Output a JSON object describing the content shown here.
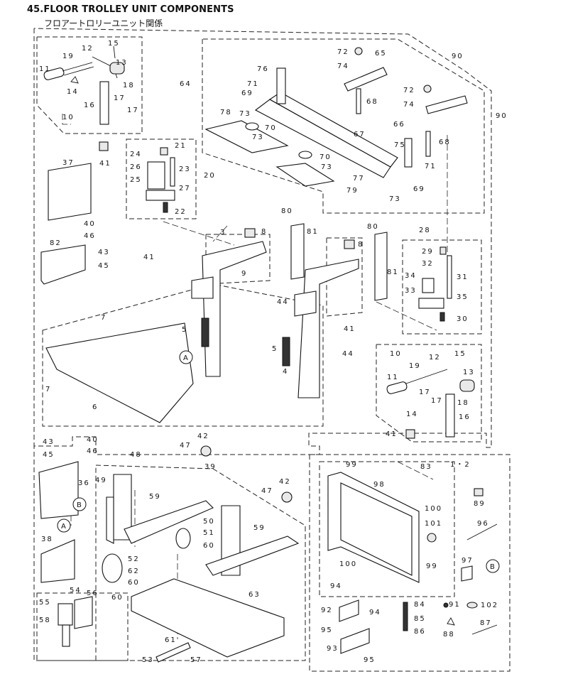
{
  "header": {
    "title": "45.FLOOR TROLLEY UNIT COMPONENTS",
    "subtitle": "フロアートロリーユニット関係"
  },
  "labels": [
    "10",
    "11",
    "12",
    "15",
    "13",
    "14",
    "18",
    "17",
    "17",
    "16",
    "19",
    "41",
    "37",
    "20",
    "21",
    "24",
    "26",
    "23",
    "25",
    "27",
    "22",
    "64",
    "72",
    "65",
    "90",
    "74",
    "76",
    "71",
    "69",
    "68",
    "73",
    "78",
    "70",
    "73",
    "67",
    "72",
    "74",
    "90",
    "66",
    "75",
    "68",
    "71",
    "70",
    "73",
    "77",
    "79",
    "69",
    "73",
    "40",
    "46",
    "82",
    "43",
    "45",
    "41",
    "3",
    "8",
    "9",
    "80",
    "81",
    "80",
    "8",
    "81",
    "28",
    "29",
    "32",
    "31",
    "34",
    "33",
    "35",
    "30",
    "7",
    "5",
    "44",
    "41",
    "5",
    "44",
    "4",
    "6",
    "7",
    "A",
    "10",
    "12",
    "15",
    "11",
    "19",
    "13",
    "17",
    "17",
    "18",
    "16",
    "14",
    "41",
    "43",
    "40",
    "45",
    "46",
    "42",
    "47",
    "48",
    "39",
    "36",
    "49",
    "42",
    "47",
    "B",
    "59",
    "50",
    "51",
    "59",
    "60",
    "A",
    "38",
    "52",
    "62",
    "60",
    "54",
    "56",
    "60",
    "55",
    "58",
    "63",
    "61",
    "53",
    "57",
    "83",
    "1・2",
    "99",
    "98",
    "89",
    "100",
    "101",
    "96",
    "100",
    "99",
    "97",
    "B",
    "94",
    "92",
    "94",
    "84",
    "91",
    "102",
    "85",
    "86",
    "88",
    "87",
    "95",
    "93",
    "95"
  ],
  "refs": {
    "a": "A",
    "b": "B"
  }
}
